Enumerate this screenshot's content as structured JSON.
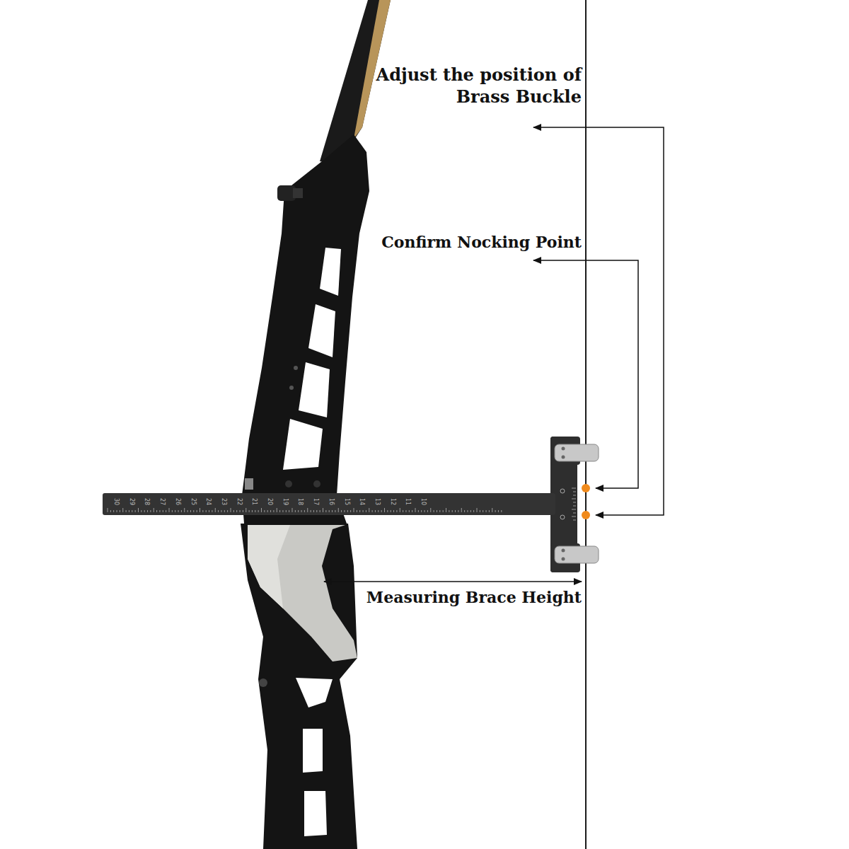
{
  "diagram": {
    "labels": [
      "Adjust the position of Brass Buckle",
      "Confirm Nocking Point",
      "Measuring Brace Height",
      "30",
      "29",
      "28",
      "27",
      "26",
      "25",
      "24",
      "23",
      "22",
      "21",
      "20",
      "19",
      "18",
      "17",
      "16",
      "15",
      "14",
      "13",
      "12",
      "11",
      "10"
    ]
  }
}
